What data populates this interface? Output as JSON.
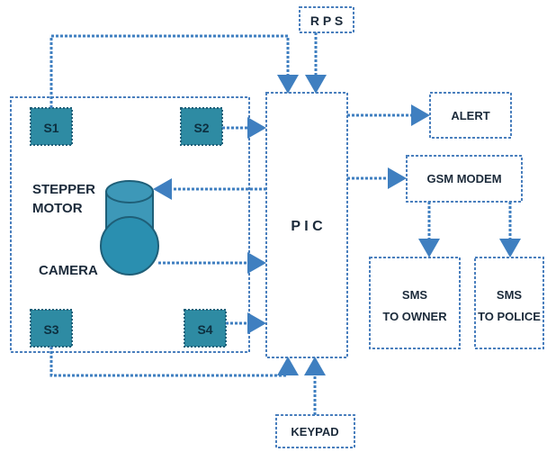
{
  "blocks": {
    "rps": "R P S",
    "pic": "P I C",
    "alert": "ALERT",
    "gsm": "GSM MODEM",
    "sms_owner_l1": "SMS",
    "sms_owner_l2": "TO OWNER",
    "sms_police_l1": "SMS",
    "sms_police_l2": "TO POLICE",
    "keypad": "KEYPAD"
  },
  "sensors": {
    "s1": "S1",
    "s2": "S2",
    "s3": "S3",
    "s4": "S4"
  },
  "labels": {
    "stepper_l1": "STEPPER",
    "stepper_l2": "MOTOR",
    "camera": "CAMERA"
  },
  "colors": {
    "connector": "#3f7fc0",
    "sensor_fill": "#2e8ba3",
    "box_border": "#4a7fbd"
  }
}
